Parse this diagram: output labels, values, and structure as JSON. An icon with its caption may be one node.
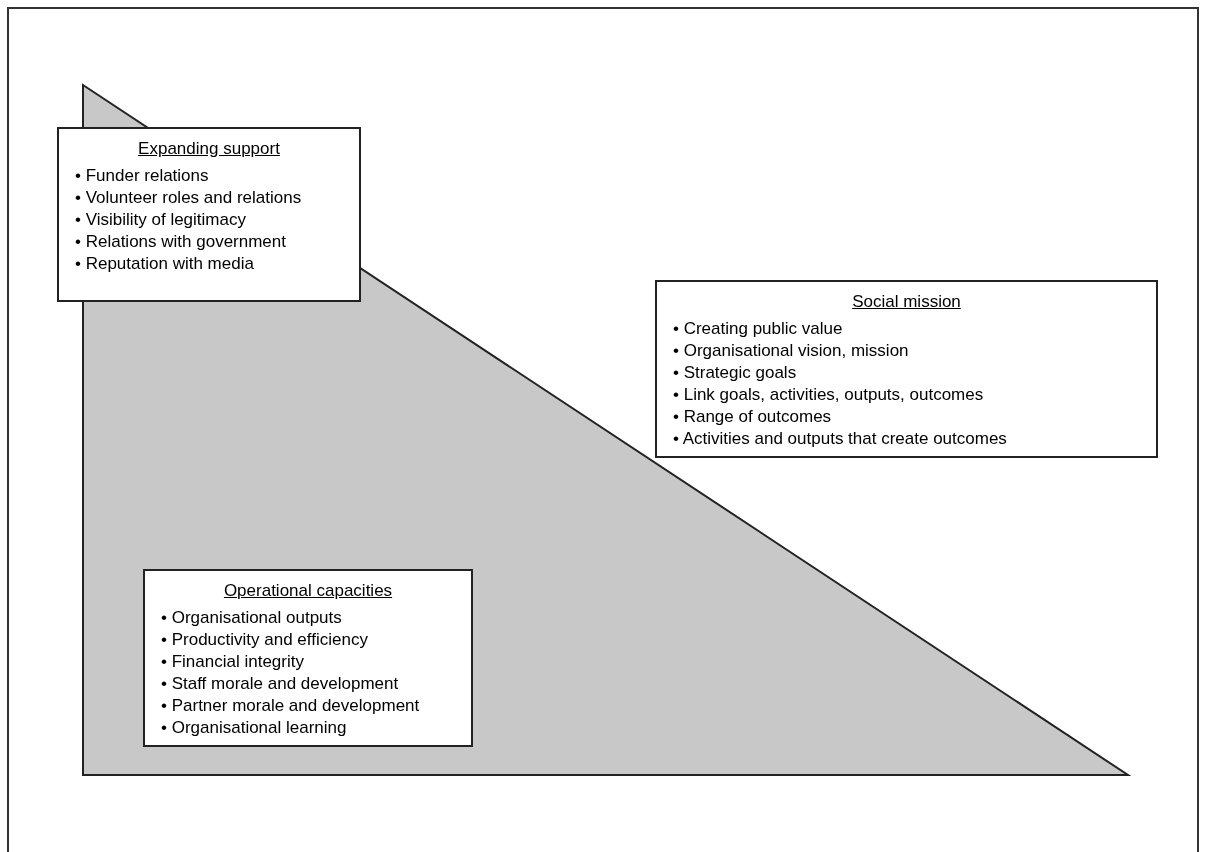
{
  "diagram": {
    "nodes": [
      {
        "text": [
          "Expanding support",
          "• Funder relations",
          "• Volunteer roles and relations",
          "• Visibility of legitimacy",
          "• Relations with government",
          "• Reputation with media"
        ]
      },
      {
        "text": [
          "Social mission",
          "• Creating public value",
          "• Organisational vision, mission",
          "• Strategic goals",
          "• Link goals, activities, outputs, outcomes",
          "• Range of outcomes",
          "• Activities and outputs that create outcomes"
        ]
      },
      {
        "text": [
          "Operational capacities",
          "• Organisational outputs",
          "• Productivity and efficiency",
          "• Financial integrity",
          "• Staff morale and development",
          "• Partner morale and development",
          "• Organisational learning"
        ]
      }
    ]
  }
}
